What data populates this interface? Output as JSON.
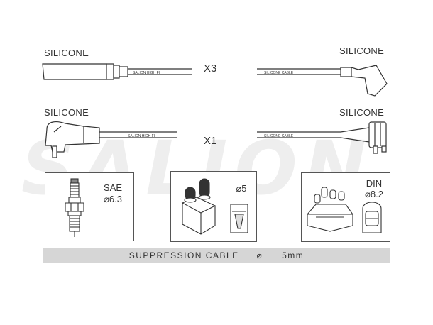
{
  "watermark": "SALION",
  "row1": {
    "left_label": "SILICONE",
    "right_label": "SILICONE",
    "quantity": "X3",
    "left_cable_print": "SALION HIGH FI",
    "right_cable_print": "SILICONE CABLE"
  },
  "row2": {
    "left_label": "SILICONE",
    "right_label": "SILICONE",
    "quantity": "X1",
    "left_cable_print": "SALION HIGH FI",
    "right_cable_print": "SILICONE CABLE"
  },
  "terminals": [
    {
      "standard": "SAE",
      "size": "⌀6.3",
      "icon": "spark-plug-icon"
    },
    {
      "standard": "",
      "size": "⌀5",
      "icon": "distributor-cap-icon"
    },
    {
      "standard": "DIN",
      "size": "⌀8.2",
      "icon": "din-terminal-icon"
    }
  ],
  "footer": {
    "label": "SUPPRESSION CABLE",
    "diameter_symbol": "⌀",
    "diameter_value": "5mm"
  }
}
